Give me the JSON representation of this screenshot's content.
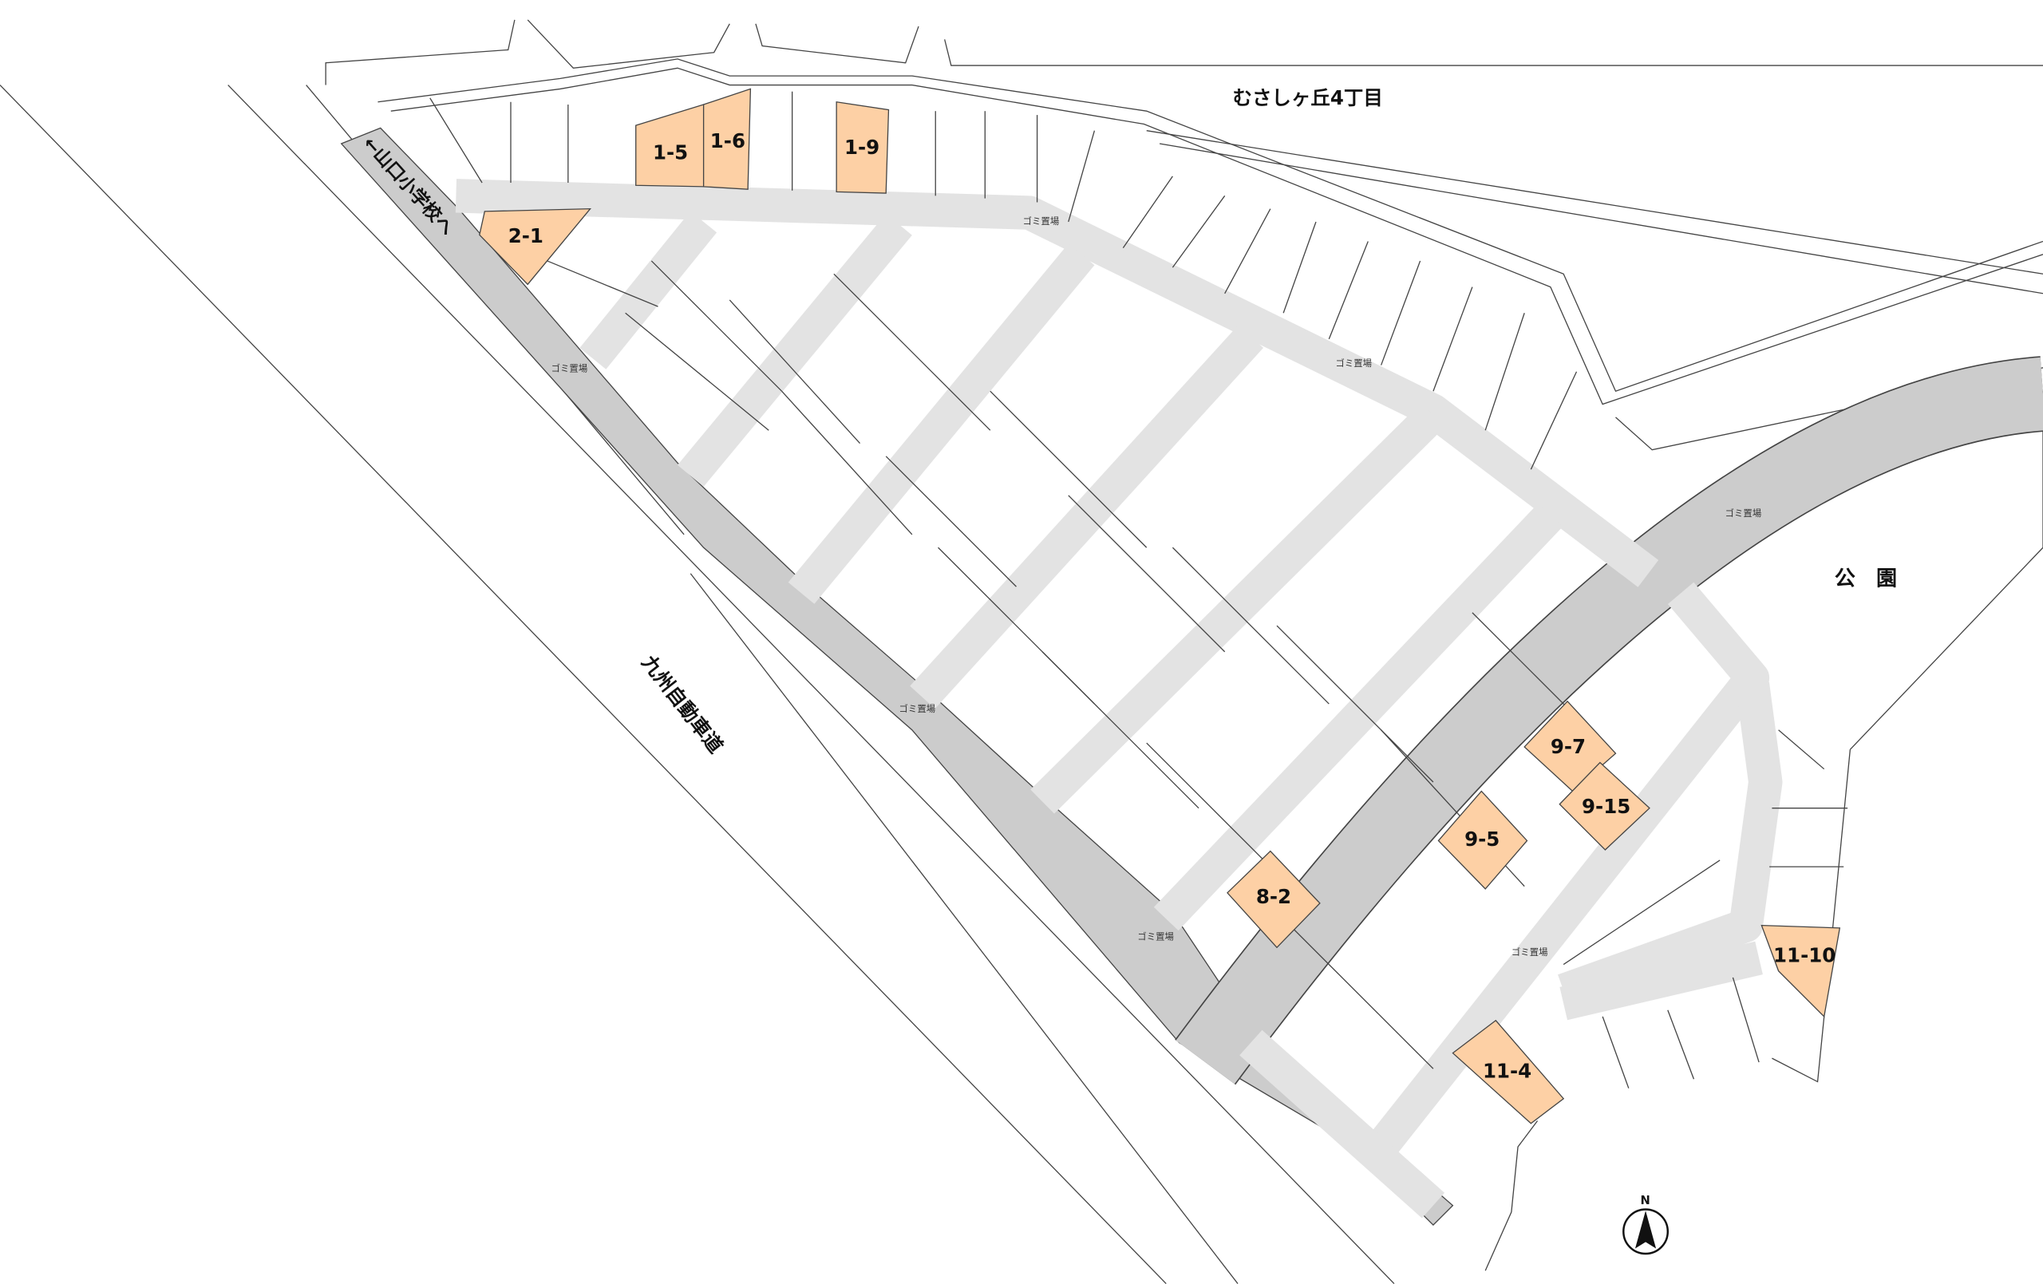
{
  "area_labels": {
    "neighborhood": "むさしヶ丘4丁目",
    "park": "公　園",
    "expressway": "九州自動車道",
    "school_direction": "←山口小学校へ"
  },
  "garbage_label": "ゴミ置場",
  "north_label": "N",
  "highlight_color": "#fdd0a5",
  "main_road_color": "#cccccc",
  "local_road_color": "#e3e3e3",
  "lots": [
    {
      "id": "1-5"
    },
    {
      "id": "1-6"
    },
    {
      "id": "1-9"
    },
    {
      "id": "2-1"
    },
    {
      "id": "9-7"
    },
    {
      "id": "9-15"
    },
    {
      "id": "9-5"
    },
    {
      "id": "8-2"
    },
    {
      "id": "11-10"
    },
    {
      "id": "11-4"
    }
  ]
}
